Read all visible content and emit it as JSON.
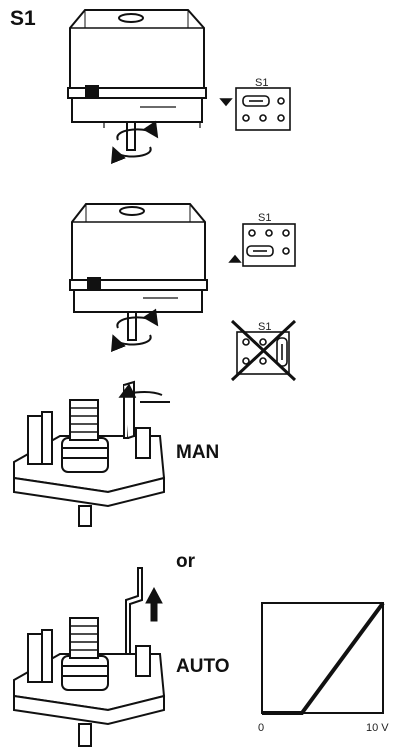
{
  "header": {
    "title": "S1"
  },
  "connector_labels": [
    "S1",
    "S1",
    "S1"
  ],
  "modes": {
    "manual": "MAN",
    "separator": "or",
    "automatic": "AUTO"
  },
  "chart_data": {
    "type": "line",
    "x_ticks": [
      "0",
      "10 V"
    ],
    "x": [
      0,
      3.3,
      10
    ],
    "y": [
      0,
      0,
      100
    ],
    "xlim": [
      0,
      10
    ],
    "ylim": [
      0,
      100
    ],
    "grid": false
  }
}
